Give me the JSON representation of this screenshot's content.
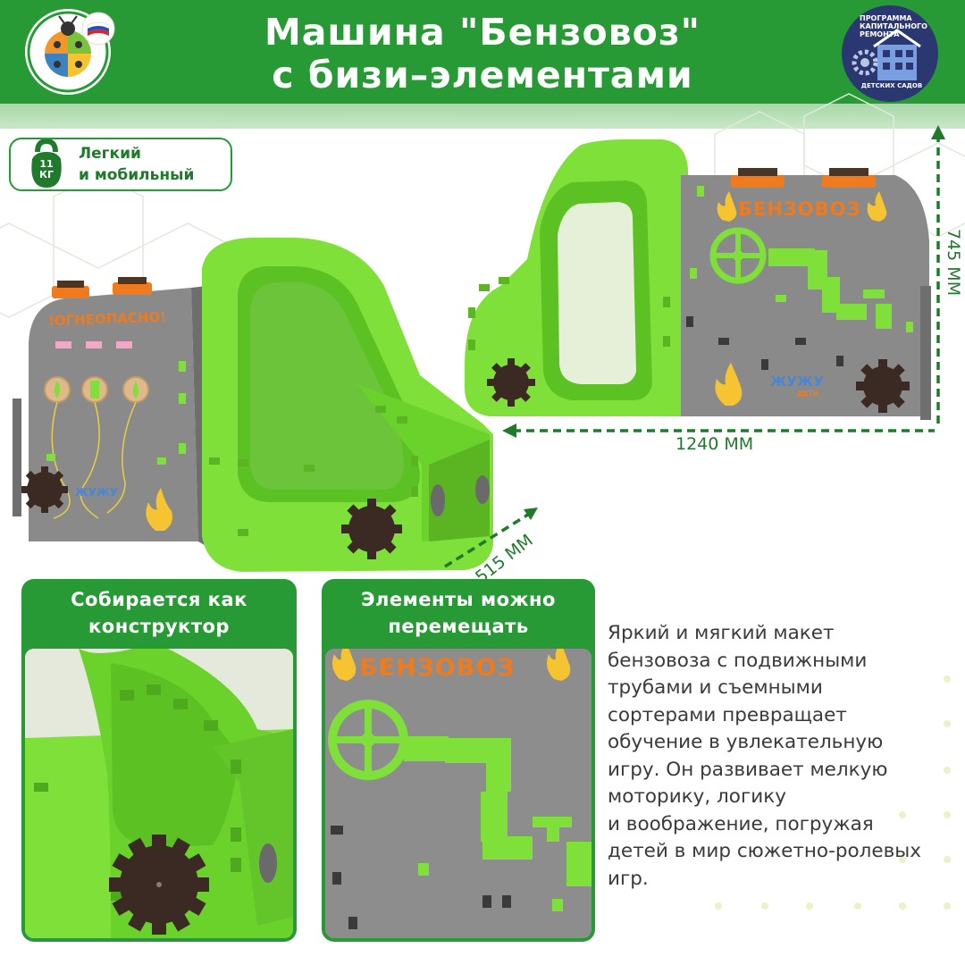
{
  "header": {
    "title_line1": "Машина \"Бензовоз\"",
    "title_line2": "с бизи–элементами",
    "partner_logo": {
      "text": "ПРОГРАММА КАПИТАЛЬНОГО РЕМОНТА",
      "subtext": "ДЕТСКИХ САДОВ"
    }
  },
  "badge": {
    "weight_line1": "11",
    "weight_line2": "КГ",
    "text_line1": "Легкий",
    "text_line2": "и мобильный"
  },
  "dimensions": {
    "width": "1240 ММ",
    "height": "745 ММ",
    "depth": "515 ММ"
  },
  "product_labels": {
    "tanker_name": "БЕНЗОВОЗ",
    "warning": "!ОГНЕОПАСНО!",
    "brand": "ЖУЖУ",
    "brand_sub": "ДЕТИ"
  },
  "cards": [
    {
      "title_line1": "Собирается как",
      "title_line2": "конструктор"
    },
    {
      "title_line1": "Элементы можно",
      "title_line2": "перемещать"
    }
  ],
  "description": {
    "lines": [
      "Яркий и мягкий макет",
      "бензовоза с подвижными",
      "трубами и съемными",
      "сортерами превращает",
      "обучение в увлекательную",
      "игру. Он развивает мелкую",
      "моторику, логику",
      "и воображение, погружая",
      "детей в мир сюжетно-ролевых",
      "игр."
    ]
  },
  "colors": {
    "header_green": "#279a36",
    "lime": "#7fe03a",
    "grey_panel": "#8a8a8a",
    "gear_brown": "#3b2a24",
    "orange": "#f07a1e",
    "text_green": "#1f7a2c"
  }
}
